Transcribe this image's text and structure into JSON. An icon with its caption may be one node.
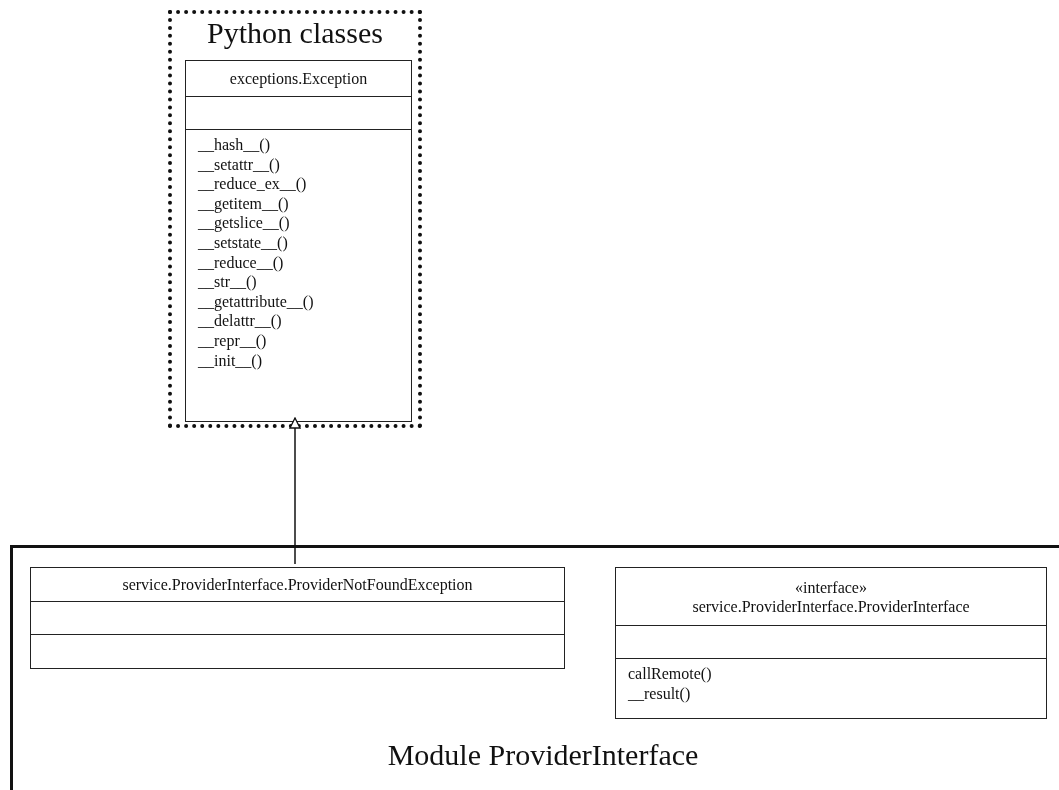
{
  "diagram": {
    "nodes": [
      {
        "text": [
          "Python classes"
        ]
      },
      {
        "text": [
          "exceptions.Exception",
          "__hash__()",
          "__setattr__()",
          "__reduce_ex__()",
          "__getitem__()",
          "__getslice__()",
          "__setstate__()",
          "__reduce__()",
          "__str__()",
          "__getattribute__()",
          "__delattr__()",
          "__repr__()",
          "__init__()"
        ],
        "in": 0
      },
      {
        "text": [
          "Module ProviderInterface"
        ]
      },
      {
        "text": [
          "service.ProviderInterface.ProviderNotFoundException"
        ],
        "in": 2
      },
      {
        "text": [
          "«interface»",
          "service.ProviderInterface.ProviderInterface",
          "callRemote()",
          "__result()"
        ],
        "in": 2
      }
    ],
    "edges": [
      {
        "from": 3,
        "to": 1,
        "arrow": "to"
      }
    ]
  }
}
